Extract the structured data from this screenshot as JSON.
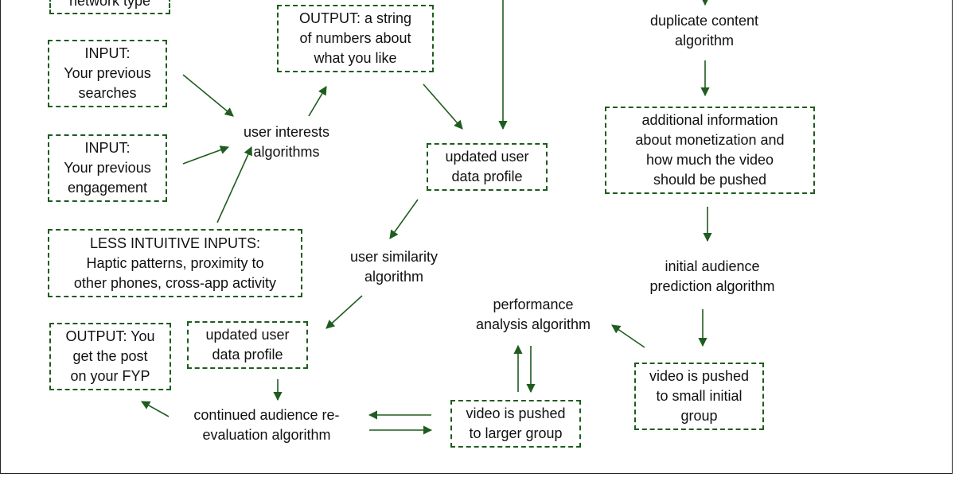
{
  "colors": {
    "box_border": "#1f5c1f",
    "arrow": "#1f5c1f",
    "frame": "#222222",
    "text": "#111111"
  },
  "nodes": [
    {
      "id": "network-type",
      "boxed": true,
      "lines": [
        "network type"
      ]
    },
    {
      "id": "input-searches",
      "boxed": true,
      "lines": [
        "INPUT:",
        "Your previous",
        "searches"
      ]
    },
    {
      "id": "input-engagement",
      "boxed": true,
      "lines": [
        "INPUT:",
        "Your previous",
        "engagement"
      ]
    },
    {
      "id": "less-intuitive-inputs",
      "boxed": true,
      "lines": [
        "LESS INTUITIVE INPUTS:",
        "Haptic patterns, proximity to",
        "other phones, cross-app activity"
      ]
    },
    {
      "id": "user-interests-algorithms",
      "boxed": false,
      "lines": [
        "user interests",
        "algorithms"
      ]
    },
    {
      "id": "output-string-of-numbers",
      "boxed": true,
      "lines": [
        "OUTPUT: a string",
        "of numbers about",
        "what you like"
      ]
    },
    {
      "id": "updated-user-data-profile-1",
      "boxed": true,
      "lines": [
        "updated user",
        "data profile"
      ]
    },
    {
      "id": "user-similarity-algorithm",
      "boxed": false,
      "lines": [
        "user similarity",
        "algorithm"
      ]
    },
    {
      "id": "updated-user-data-profile-2",
      "boxed": true,
      "lines": [
        "updated user",
        "data profile"
      ]
    },
    {
      "id": "output-fyp",
      "boxed": true,
      "lines": [
        "OUTPUT: You",
        "get the post",
        "on your FYP"
      ]
    },
    {
      "id": "continued-audience-reevaluation",
      "boxed": false,
      "lines": [
        "continued audience re-",
        "evaluation algorithm"
      ]
    },
    {
      "id": "video-pushed-larger-group",
      "boxed": true,
      "lines": [
        "video is pushed",
        "to larger group"
      ]
    },
    {
      "id": "performance-analysis-algorithm",
      "boxed": false,
      "lines": [
        "performance",
        "analysis algorithm"
      ]
    },
    {
      "id": "video-pushed-small-group",
      "boxed": true,
      "lines": [
        "video is pushed",
        "to small initial",
        "group"
      ]
    },
    {
      "id": "initial-audience-prediction",
      "boxed": false,
      "lines": [
        "initial audience",
        "prediction algorithm"
      ]
    },
    {
      "id": "additional-information",
      "boxed": true,
      "lines": [
        "additional information",
        "about monetization and",
        "how much the video",
        "should be pushed"
      ]
    },
    {
      "id": "duplicate-content-algorithm",
      "boxed": false,
      "lines": [
        "duplicate content",
        "algorithm"
      ]
    }
  ]
}
